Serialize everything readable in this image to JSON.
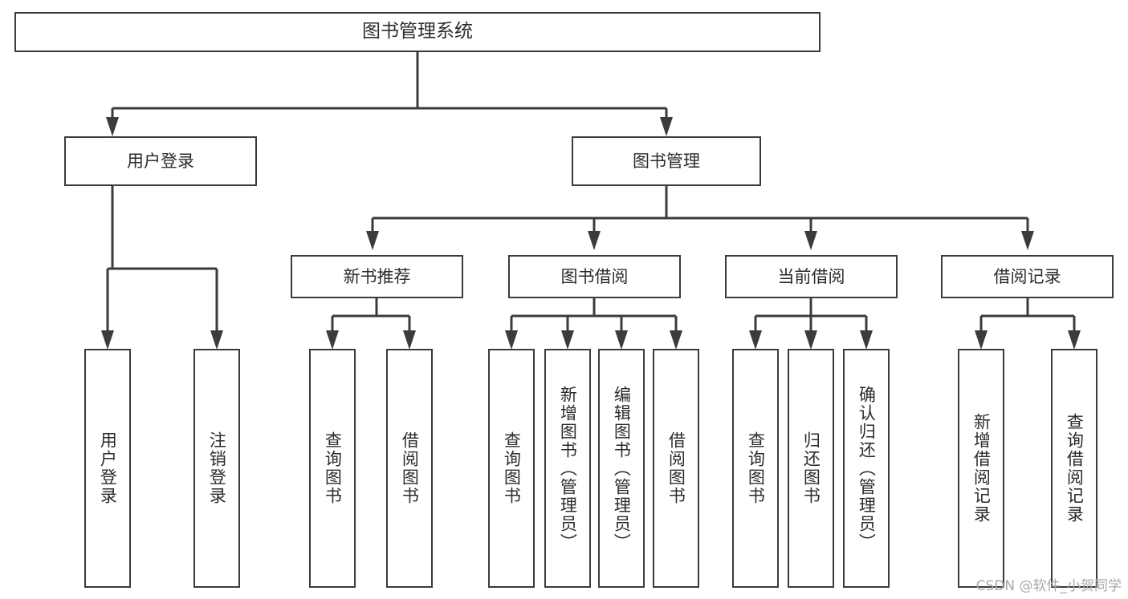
{
  "diagram": {
    "title": "图书管理系统",
    "type": "tree",
    "root": {
      "label": "图书管理系统"
    },
    "level2": [
      {
        "label": "用户登录"
      },
      {
        "label": "图书管理"
      }
    ],
    "level3": [
      {
        "label": "新书推荐"
      },
      {
        "label": "图书借阅"
      },
      {
        "label": "当前借阅"
      },
      {
        "label": "借阅记录"
      }
    ],
    "leaves": {
      "user_login": [
        {
          "label": "用户登录"
        },
        {
          "label": "注销登录"
        }
      ],
      "new_book_recommend": [
        {
          "label": "查询图书"
        },
        {
          "label": "借阅图书"
        }
      ],
      "book_borrow": [
        {
          "label": "查询图书"
        },
        {
          "label": "新增图书（管理员）"
        },
        {
          "label": "编辑图书（管理员）"
        },
        {
          "label": "借阅图书"
        }
      ],
      "current_borrow": [
        {
          "label": "查询图书"
        },
        {
          "label": "归还图书"
        },
        {
          "label": "确认归还（管理员）"
        }
      ],
      "borrow_record": [
        {
          "label": "新增借阅记录"
        },
        {
          "label": "查询借阅记录"
        }
      ]
    }
  },
  "watermark": {
    "text": "CSDN @软件_小贺同学"
  },
  "colors": {
    "stroke": "#3b3b3b",
    "text": "#2b2b2b",
    "background": "#ffffff",
    "watermark": "#a8a8a8"
  }
}
